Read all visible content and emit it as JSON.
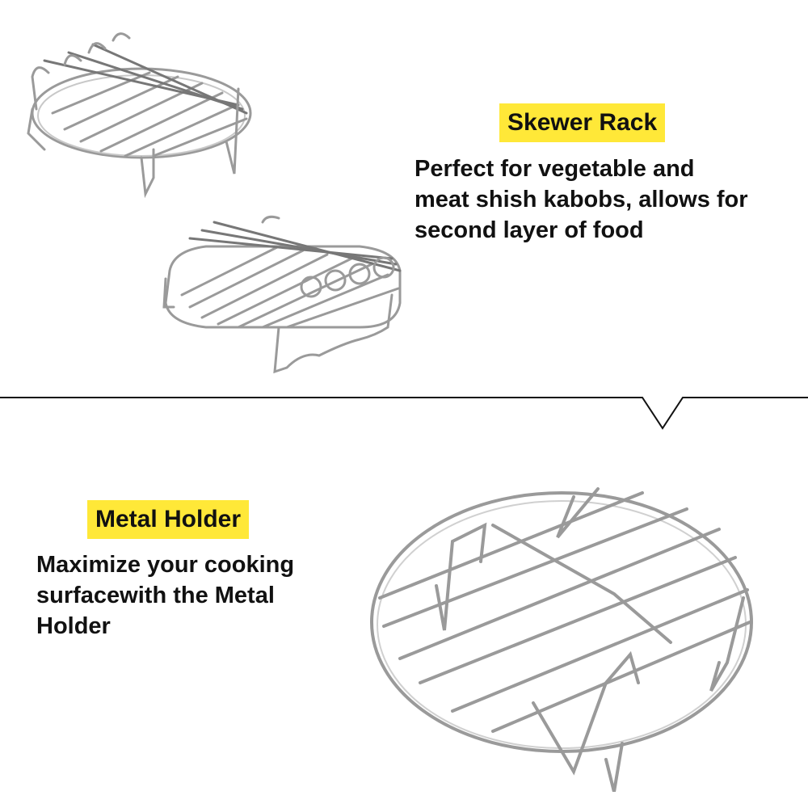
{
  "skewer": {
    "title": "Skewer Rack",
    "description_lines": [
      "Perfect for vegetable and",
      "meat shish kabobs, allows for",
      "second layer of food"
    ]
  },
  "holder": {
    "title": "Metal Holder",
    "description_lines": [
      "Maximize your cooking",
      "surfacewith the Metal",
      "Holder"
    ]
  },
  "colors": {
    "label_bg": "#ffe838",
    "text": "#111111",
    "divider": "#111111",
    "metal": "#9a9a9a"
  }
}
